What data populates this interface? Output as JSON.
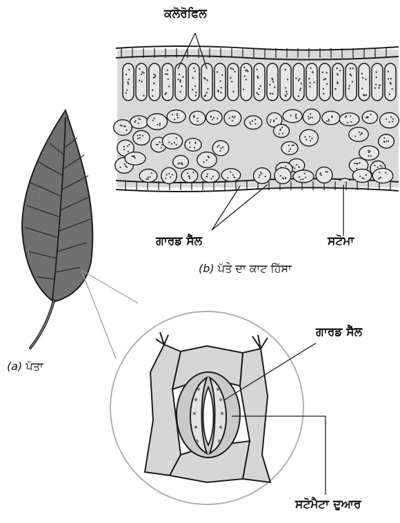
{
  "labels": {
    "chlorophyll": "ਕਲੋਰੋਫਿਲ",
    "guard_cell_top": "ਗਾਰਡ ਸੈੱਲ",
    "stoma": "ਸਟੋਮਾ",
    "guard_cell_zoom": "ਗਾਰਡ ਸੈੱਲ",
    "stomatal_pore": "ਸਟੋਮੈਟਾ ਦੁਆਰ"
  },
  "captions": {
    "a_prefix": "(a)",
    "a_text": "ਪੱਤਾ",
    "b_prefix": "(b)",
    "b_text": "ਪੱਤੇ ਦਾ ਕਾਟ ਹਿੱਸਾ"
  },
  "colors": {
    "ink": "#1a1a1a",
    "leaf": "#6f6f6f",
    "tissue": "#d9d9d9",
    "cell": "#cfcfcf"
  }
}
